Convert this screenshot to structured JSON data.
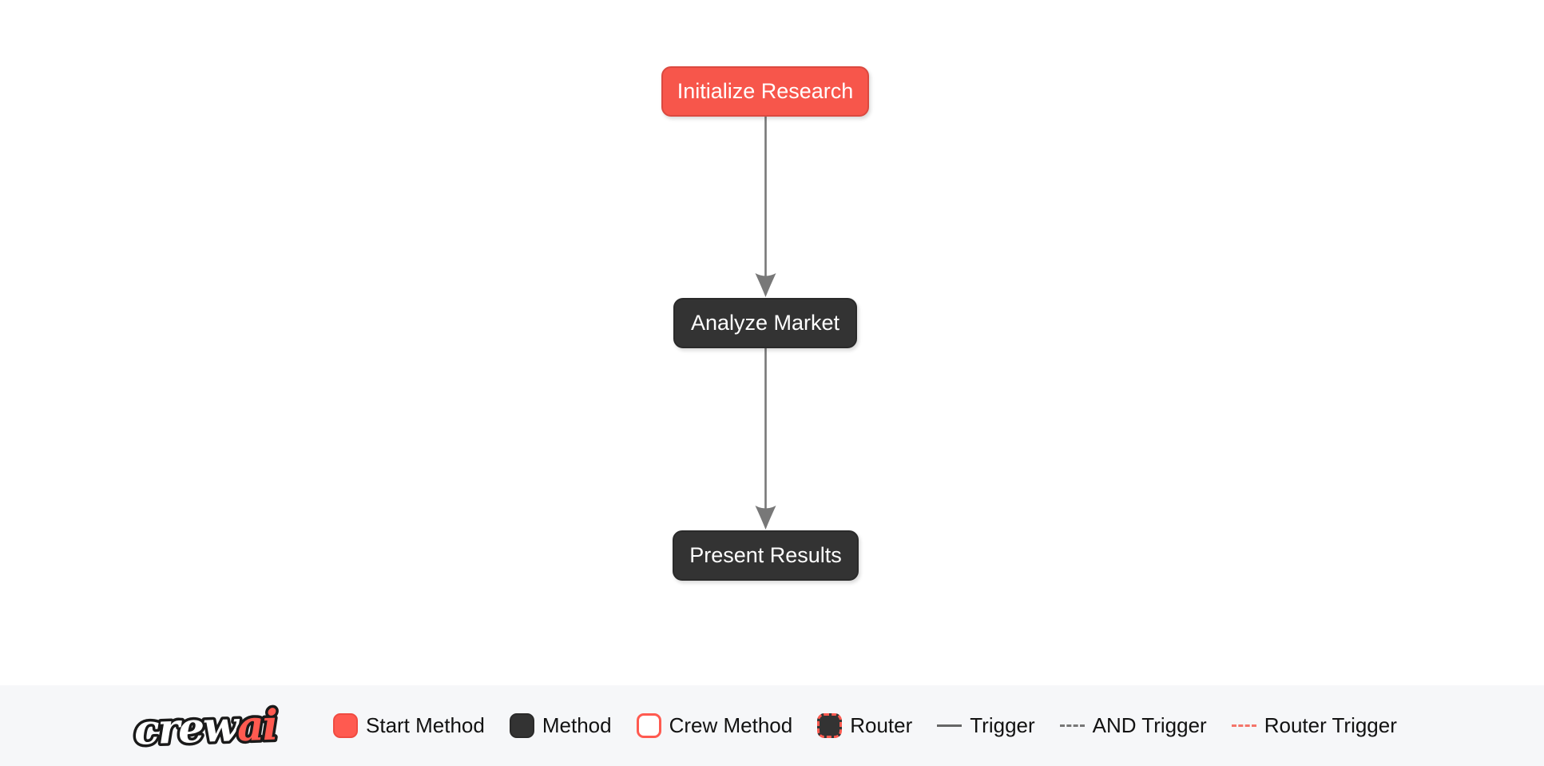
{
  "app": {
    "canvas_background": "#ffffff",
    "legend_background": "#F6F7F9"
  },
  "flow": {
    "nodes": [
      {
        "id": "initialize_research",
        "label": "Initialize Research",
        "type": "start-method",
        "fill": "#F7564B",
        "border": "#DB493F",
        "text_color": "#ffffff"
      },
      {
        "id": "analyze_market",
        "label": "Analyze Market",
        "type": "method",
        "fill": "#333333",
        "border": "#2A2A2A",
        "text_color": "#ffffff"
      },
      {
        "id": "present_results",
        "label": "Present Results",
        "type": "method",
        "fill": "#333333",
        "border": "#2A2A2A",
        "text_color": "#ffffff"
      }
    ],
    "edges": [
      {
        "from": "initialize_research",
        "to": "analyze_market",
        "type": "trigger",
        "color": "#787878",
        "arrow": "down"
      },
      {
        "from": "analyze_market",
        "to": "present_results",
        "type": "trigger",
        "color": "#787878",
        "arrow": "down"
      }
    ]
  },
  "legend": {
    "logo": {
      "part1": "crew",
      "part2": "ai",
      "part1_color": "#FFFFFF",
      "part2_color": "#FF5A50",
      "outline_color": "#1A1A1A"
    },
    "items": [
      {
        "label": "Start Method",
        "swatch": "square",
        "fill": "#FF5A50",
        "border_style": "solid",
        "border_color": "#F04B41"
      },
      {
        "label": "Method",
        "swatch": "square",
        "fill": "#333333",
        "border_style": "solid",
        "border_color": "#2A2A2A"
      },
      {
        "label": "Crew Method",
        "swatch": "square",
        "fill": "#FFFFFF",
        "border_style": "solid",
        "border_color": "#FF5A50"
      },
      {
        "label": "Router",
        "swatch": "square",
        "fill": "#333333",
        "border_style": "dashed",
        "border_color": "#FF5A50"
      },
      {
        "label": "Trigger",
        "swatch": "line",
        "line_style": "solid",
        "color": "#666666"
      },
      {
        "label": "AND Trigger",
        "swatch": "line",
        "line_style": "dashed",
        "color": "#777777"
      },
      {
        "label": "Router Trigger",
        "swatch": "line",
        "line_style": "dashed",
        "color": "#F4756A"
      }
    ]
  }
}
